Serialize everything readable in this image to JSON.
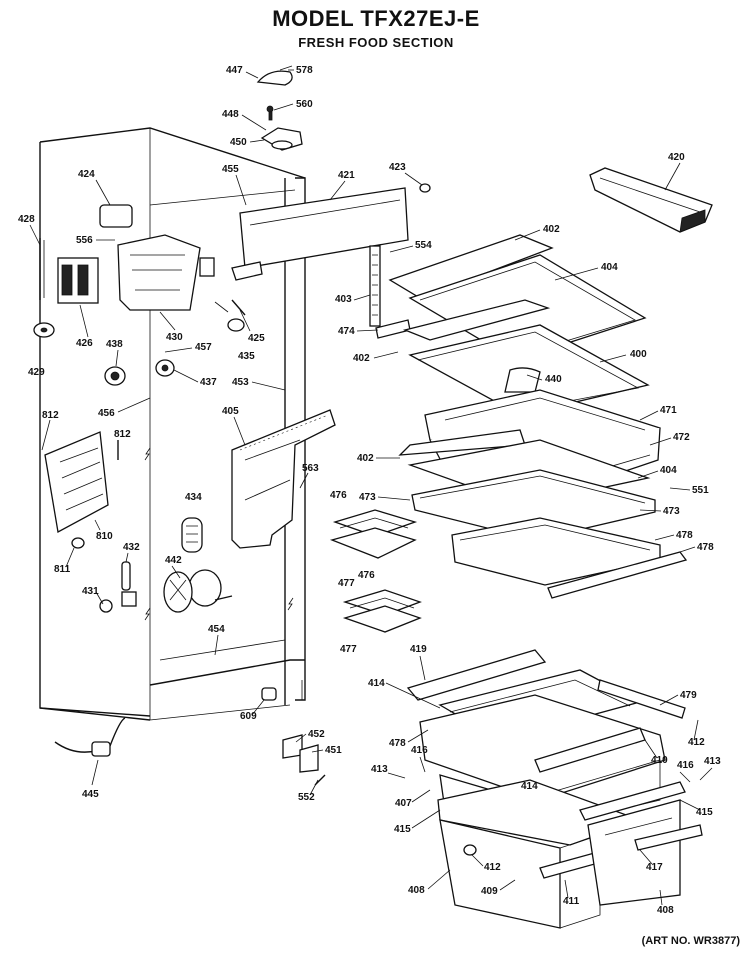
{
  "header": {
    "title": "MODEL TFX27EJ-E",
    "subtitle": "FRESH FOOD SECTION"
  },
  "footer": {
    "art_no": "(ART NO. WR3877)"
  },
  "part_numbers": {
    "p447": "447",
    "p578": "578",
    "p448": "448",
    "p560": "560",
    "p450": "450",
    "p420": "420",
    "p424": "424",
    "p455": "455",
    "p421": "421",
    "p423": "423",
    "p428": "428",
    "p556": "556",
    "p554": "554",
    "p402a": "402",
    "p404a": "404",
    "p403": "403",
    "p426": "426",
    "p430": "430",
    "p425": "425",
    "p429": "429",
    "p474": "474",
    "p438": "438",
    "p457": "457",
    "p435": "435",
    "p402b": "402",
    "p400": "400",
    "p437": "437",
    "p453": "453",
    "p440": "440",
    "p812a": "812",
    "p456": "456",
    "p405": "405",
    "p471": "471",
    "p812b": "812",
    "p402c": "402",
    "p472": "472",
    "p563": "563",
    "p404b": "404",
    "p551": "551",
    "p476a": "476",
    "p473a": "473",
    "p434": "434",
    "p473b": "473",
    "p810": "810",
    "p478a": "478",
    "p478b": "478",
    "p811": "811",
    "p432": "432",
    "p442": "442",
    "p476b": "476",
    "p477a": "477",
    "p431": "431",
    "p477b": "477",
    "p454": "454",
    "p419": "419",
    "p414a": "414",
    "p479a": "479",
    "p609": "609",
    "p452": "452",
    "p478c": "478",
    "p412a": "412",
    "p451": "451",
    "p416a": "416",
    "p410": "410",
    "p416b": "416",
    "p413a": "413",
    "p414b": "414",
    "p413b": "413",
    "p445": "445",
    "p552": "552",
    "p407": "407",
    "p415a": "415",
    "p415b": "415",
    "p412b": "412",
    "p417": "417",
    "p408a": "408",
    "p409": "409",
    "p411": "411",
    "p408b": "408"
  }
}
